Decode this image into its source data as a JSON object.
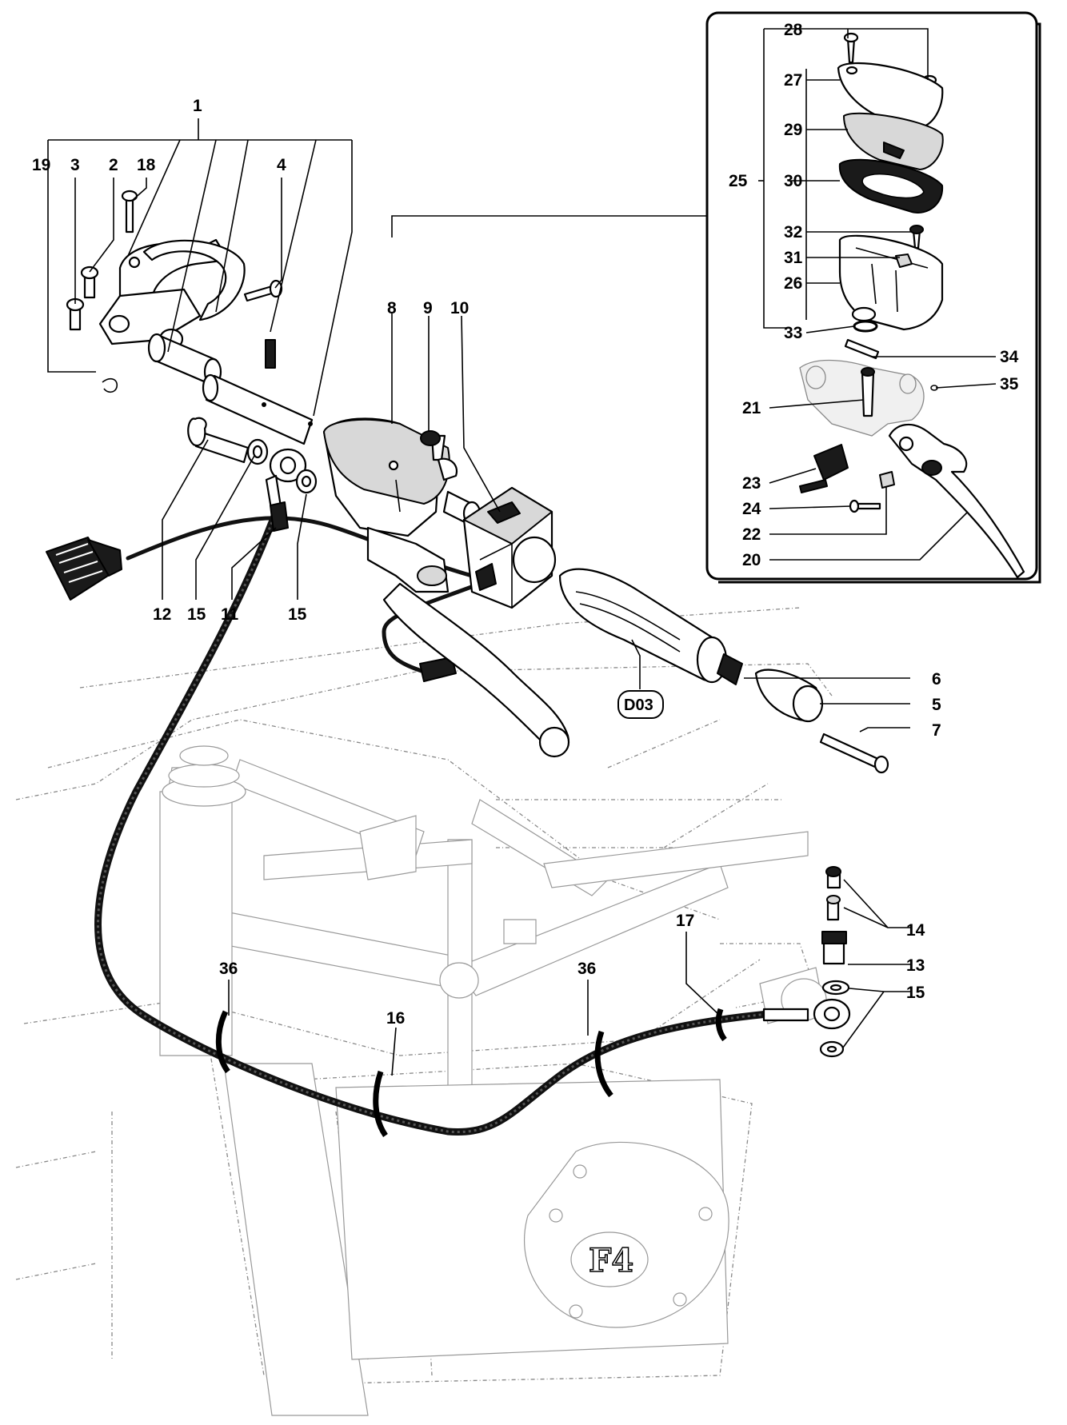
{
  "callouts": {
    "c1": "1",
    "c2": "2",
    "c3": "3",
    "c4": "4",
    "c5": "5",
    "c6": "6",
    "c7": "7",
    "c8": "8",
    "c9": "9",
    "c10": "10",
    "c11": "11",
    "c12": "12",
    "c13": "13",
    "c14": "14",
    "c15a": "15",
    "c15b": "15",
    "c15c": "15",
    "c16": "16",
    "c17": "17",
    "c18": "18",
    "c19": "19",
    "c20": "20",
    "c21": "21",
    "c22": "22",
    "c23": "23",
    "c24": "24",
    "c25": "25",
    "c26": "26",
    "c27": "27",
    "c28": "28",
    "c29": "29",
    "c30": "30",
    "c31": "31",
    "c32": "32",
    "c33": "33",
    "c34": "34",
    "c35": "35",
    "c36a": "36",
    "c36b": "36"
  },
  "reference_tag": "D03",
  "engine_logo": "F4"
}
